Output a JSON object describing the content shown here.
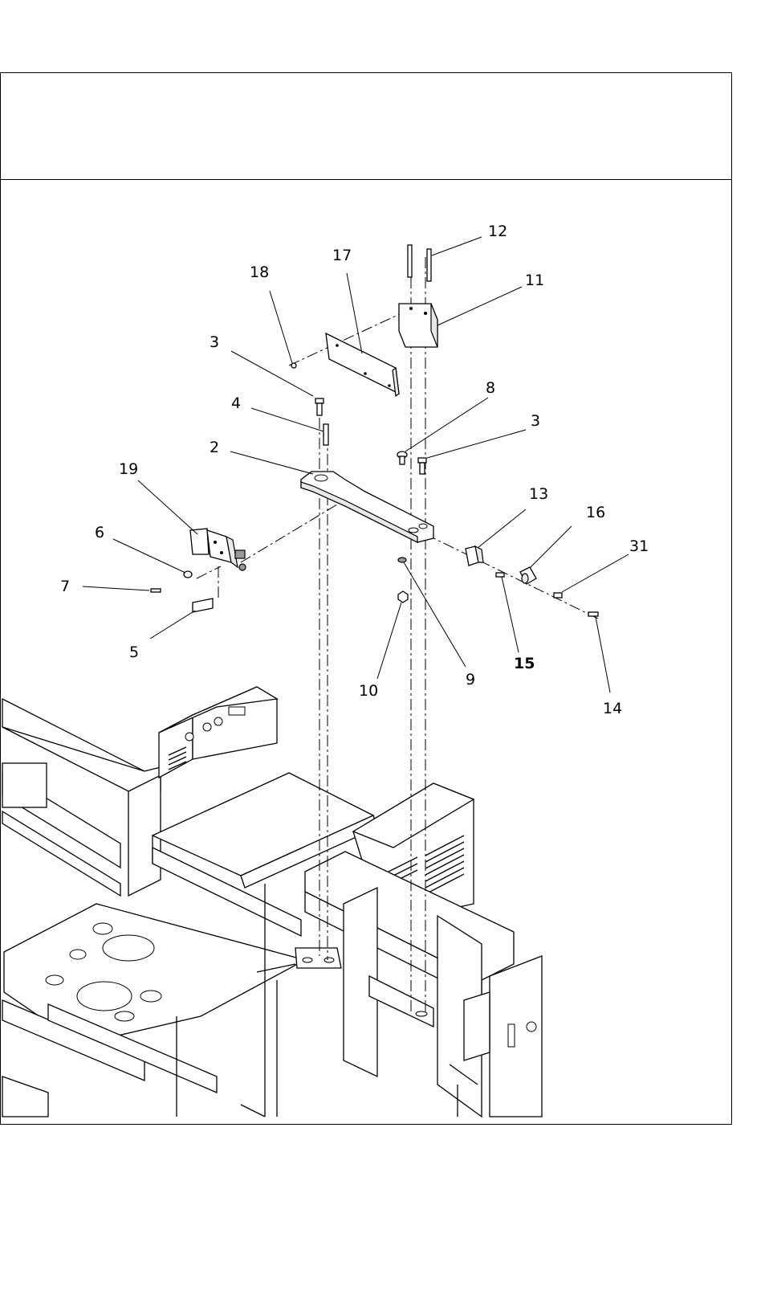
{
  "header": {
    "title": ""
  },
  "callouts": [
    {
      "label": "12"
    },
    {
      "label": "17"
    },
    {
      "label": "18"
    },
    {
      "label": "11"
    },
    {
      "label": "3"
    },
    {
      "label": "4"
    },
    {
      "label": "8"
    },
    {
      "label": "3"
    },
    {
      "label": "2"
    },
    {
      "label": "19"
    },
    {
      "label": "13"
    },
    {
      "label": "16"
    },
    {
      "label": "6"
    },
    {
      "label": "31"
    },
    {
      "label": "7"
    },
    {
      "label": "5"
    },
    {
      "label": "9"
    },
    {
      "label": "15"
    },
    {
      "label": "10"
    },
    {
      "label": "14"
    }
  ]
}
